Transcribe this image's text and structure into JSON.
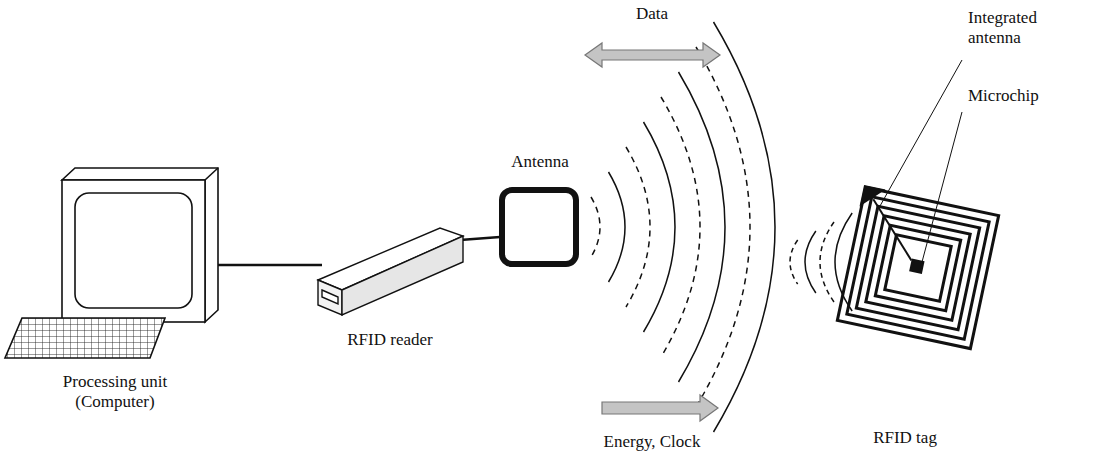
{
  "diagram": {
    "labels": [
      "Data",
      "Antenna",
      "Integrated antenna",
      "Microchip",
      "Processing unit (Computer)",
      "RFID reader",
      "RFID tag",
      "Energy, Clock"
    ]
  }
}
